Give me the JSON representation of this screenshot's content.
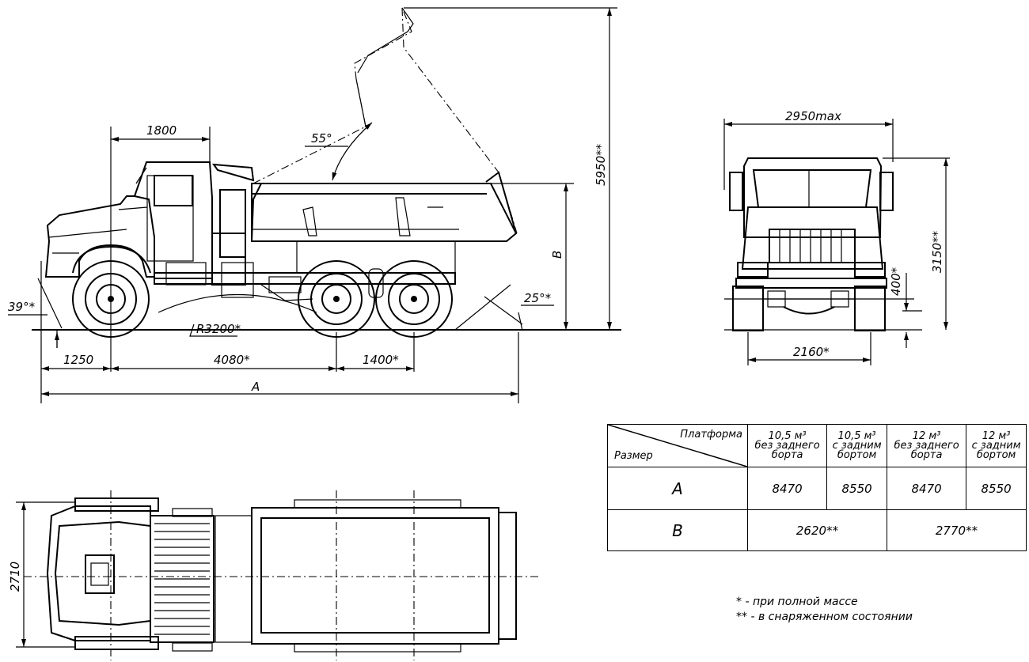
{
  "dimensions": {
    "side_view": {
      "cab_length": "1800",
      "tilt_angle": "55°",
      "raised_height": "5950**",
      "platform_height_label": "B",
      "approach_angle": "39°*",
      "departure_angle": "25°*",
      "turning_radius": "R3200*",
      "front_overhang": "1250",
      "wheelbase": "4080*",
      "rear_axle_spread": "1400*",
      "overall_length_label": "A"
    },
    "front_view": {
      "overall_width": "2950max",
      "overall_height": "3150**",
      "ground_clearance": "400*",
      "track": "2160*"
    },
    "top_view": {
      "body_width": "2710"
    }
  },
  "table": {
    "corner_top": "Платформа",
    "corner_bottom": "Размер",
    "columns": [
      {
        "volume": "10,5 м³",
        "line2": "без заднего",
        "line3": "борта"
      },
      {
        "volume": "10,5 м³",
        "line2": "с задним",
        "line3": "бортом"
      },
      {
        "volume": "12 м³",
        "line2": "без заднего",
        "line3": "борта"
      },
      {
        "volume": "12 м³",
        "line2": "с задним",
        "line3": "бортом"
      }
    ],
    "row_a": {
      "label": "A",
      "values": [
        "8470",
        "8550",
        "8470",
        "8550"
      ]
    },
    "row_b": {
      "label": "B",
      "values": [
        "2620**",
        "2770**"
      ]
    }
  },
  "legend": {
    "single_star": "* - при полной массе",
    "double_star": "** - в снаряженном состоянии"
  }
}
